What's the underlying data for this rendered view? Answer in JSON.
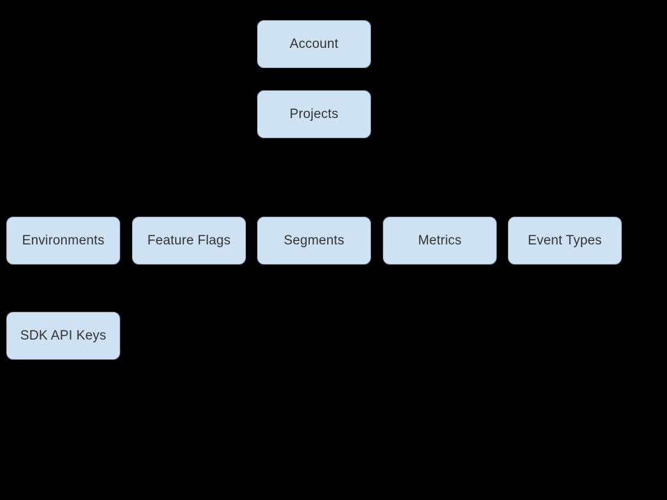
{
  "diagram": {
    "type": "hierarchy",
    "nodes": [
      {
        "id": "account",
        "label": "Account"
      },
      {
        "id": "projects",
        "label": "Projects"
      },
      {
        "id": "environments",
        "label": "Environments"
      },
      {
        "id": "feature-flags",
        "label": "Feature Flags"
      },
      {
        "id": "segments",
        "label": "Segments"
      },
      {
        "id": "metrics",
        "label": "Metrics"
      },
      {
        "id": "event-types",
        "label": "Event Types"
      },
      {
        "id": "sdk-api-keys",
        "label": "SDK API Keys"
      }
    ],
    "edges": [
      {
        "from": "Account",
        "to": "Projects"
      },
      {
        "from": "Projects",
        "to": "Environments"
      },
      {
        "from": "Projects",
        "to": "Feature Flags"
      },
      {
        "from": "Projects",
        "to": "Segments"
      },
      {
        "from": "Projects",
        "to": "Metrics"
      },
      {
        "from": "Projects",
        "to": "Event Types"
      },
      {
        "from": "Environments",
        "to": "SDK API Keys"
      }
    ],
    "rows": [
      [
        "Account"
      ],
      [
        "Projects"
      ],
      [
        "Environments",
        "Feature Flags",
        "Segments",
        "Metrics",
        "Event Types"
      ],
      [
        "SDK API Keys"
      ]
    ]
  },
  "colors": {
    "background": "#000000",
    "node_fill": "#cfe2f3",
    "node_border": "#8ea2b5",
    "node_text": "#333333"
  }
}
